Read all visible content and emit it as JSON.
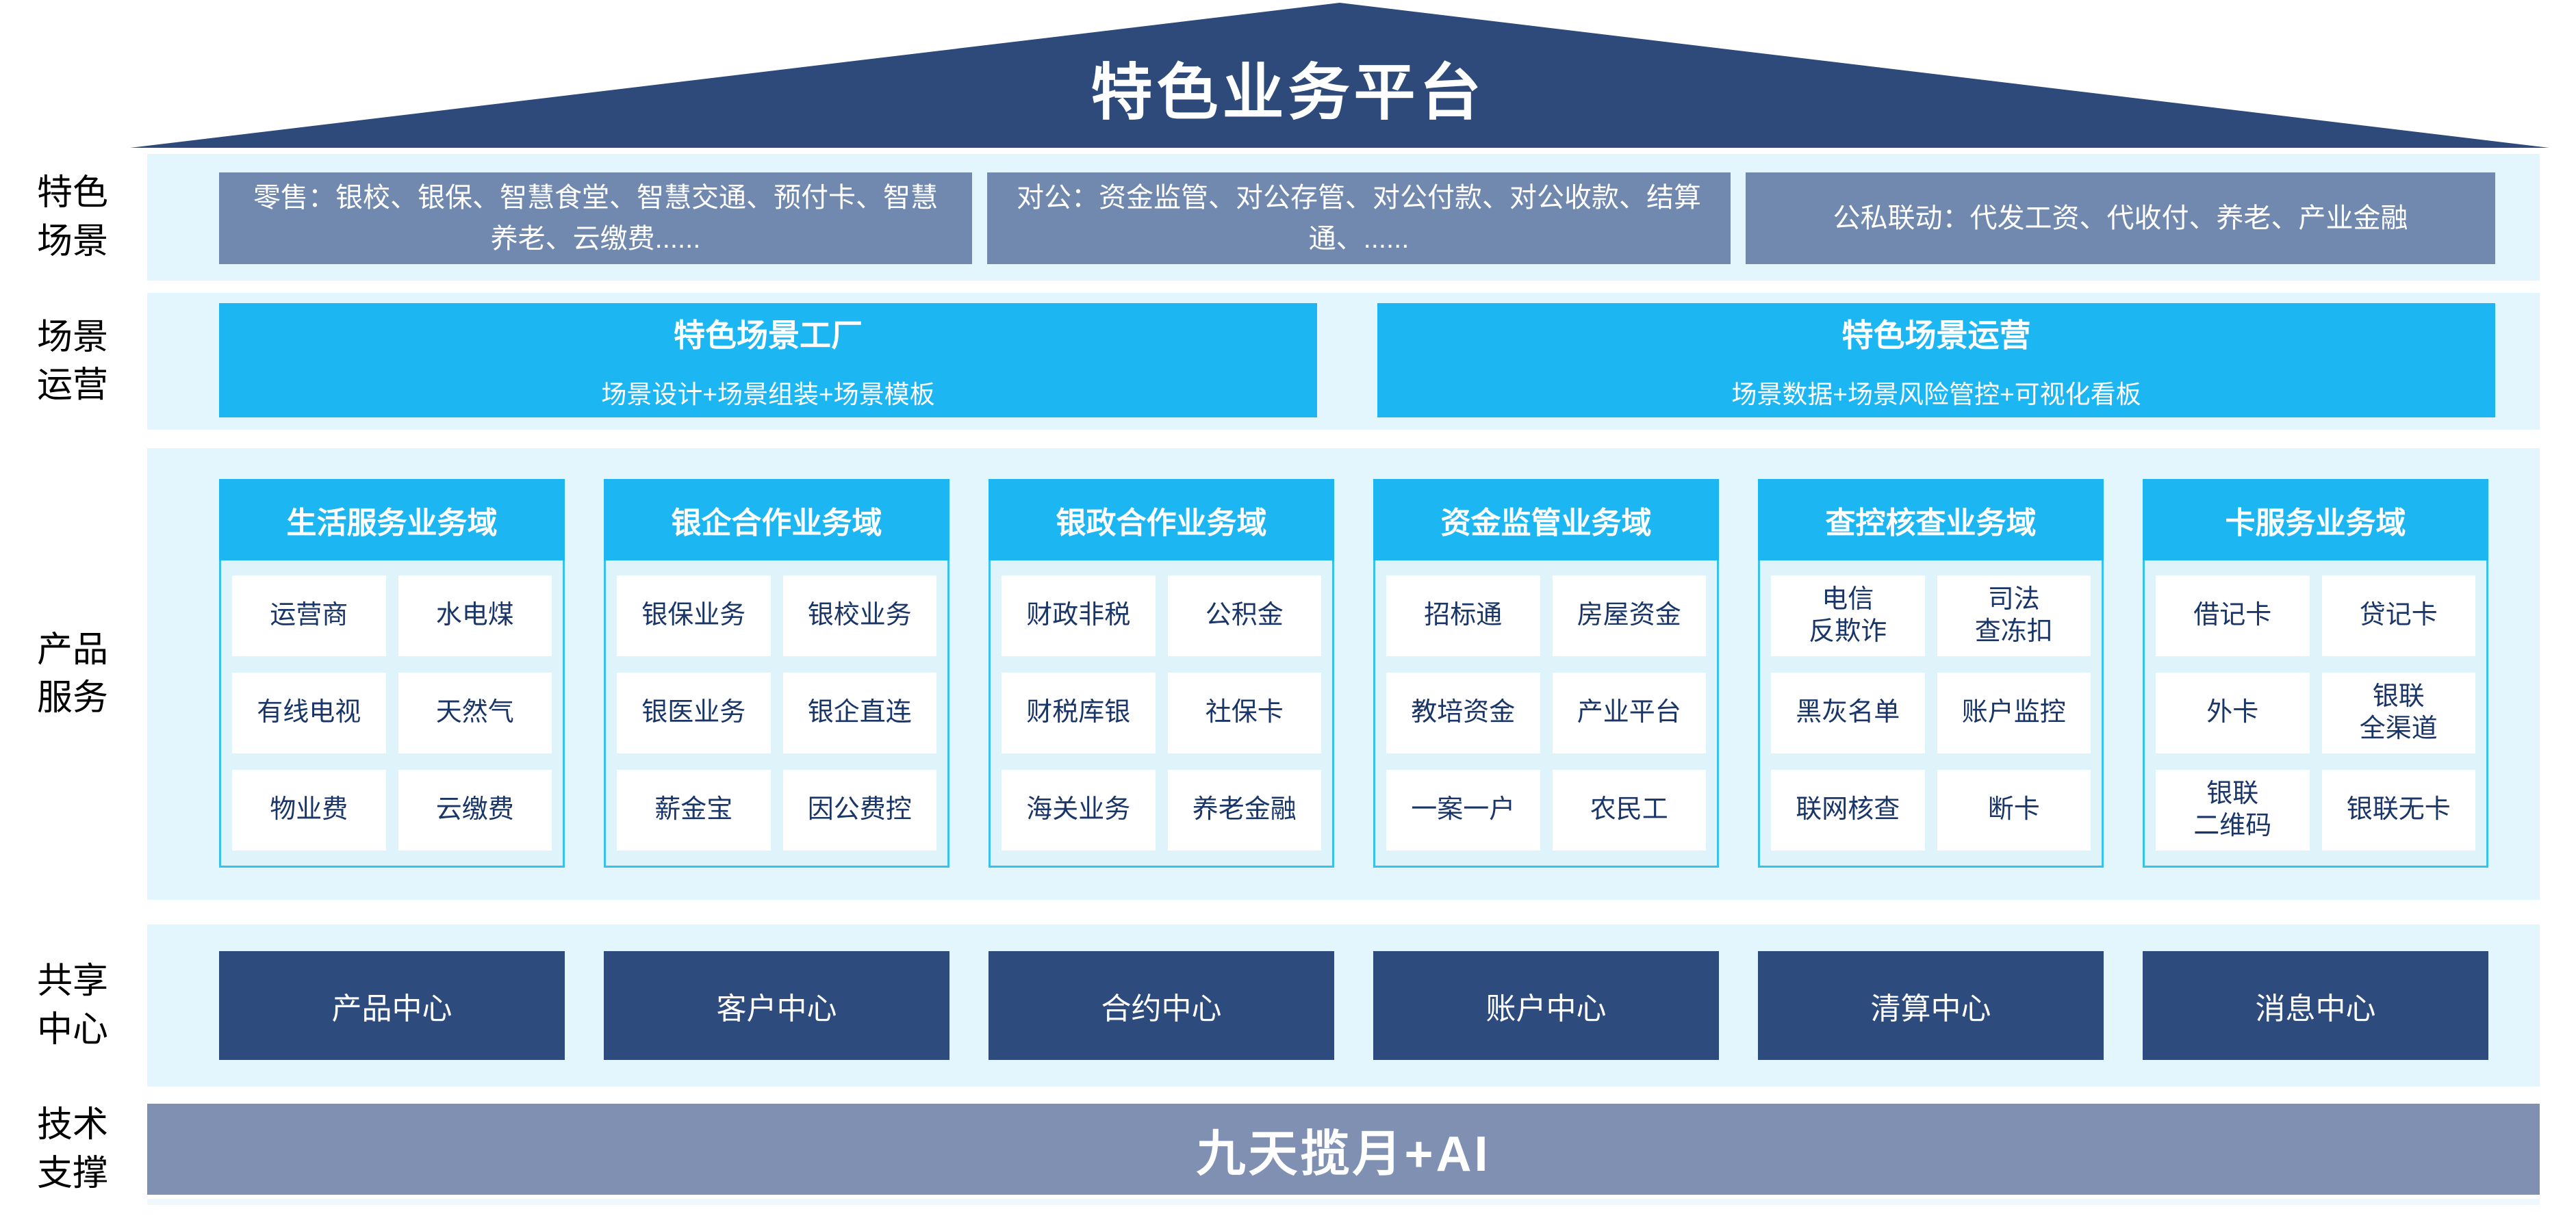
{
  "diagram": {
    "title": "特色业务平台"
  },
  "colors": {
    "navy": "#2E4B7E",
    "steel_blue": "#7189AF",
    "cyan": "#1CB6F2",
    "band_background": "#E4F6FD",
    "cell_text": "#1A3668",
    "tech_bar": "#8090B2"
  },
  "side_labels": {
    "scene": "特色\n场景",
    "operation": "场景\n运营",
    "product": "产品\n服务",
    "share": "共享\n中心",
    "tech": "技术\n支撑"
  },
  "scene_row": {
    "retail": "零售：银校、银保、智慧食堂、智慧交通、预付卡、智慧养老、云缴费......",
    "corporate": "对公：资金监管、对公存管、对公付款、对公收款、结算通、......",
    "public_private": "公私联动：代发工资、代收付、养老、产业金融"
  },
  "operation_row": {
    "factory_title": "特色场景工厂",
    "factory_subtitle": "场景设计+场景组装+场景模板",
    "operation_title": "特色场景运营",
    "operation_subtitle": "场景数据+场景风险管控+可视化看板"
  },
  "product_columns": [
    {
      "title": "生活服务业务域",
      "cells": [
        "运营商",
        "水电煤",
        "有线电视",
        "天然气",
        "物业费",
        "云缴费"
      ]
    },
    {
      "title": "银企合作业务域",
      "cells": [
        "银保业务",
        "银校业务",
        "银医业务",
        "银企直连",
        "薪金宝",
        "因公费控"
      ]
    },
    {
      "title": "银政合作业务域",
      "cells": [
        "财政非税",
        "公积金",
        "财税库银",
        "社保卡",
        "海关业务",
        "养老金融"
      ]
    },
    {
      "title": "资金监管业务域",
      "cells": [
        "招标通",
        "房屋资金",
        "教培资金",
        "产业平台",
        "一案一户",
        "农民工"
      ]
    },
    {
      "title": "查控核查业务域",
      "cells": [
        "电信\n反欺诈",
        "司法\n查冻扣",
        "黑灰名单",
        "账户监控",
        "联网核查",
        "断卡"
      ]
    },
    {
      "title": "卡服务业务域",
      "cells": [
        "借记卡",
        "贷记卡",
        "外卡",
        "银联\n全渠道",
        "银联\n二维码",
        "银联无卡"
      ]
    }
  ],
  "share_centers": [
    "产品中心",
    "客户中心",
    "合约中心",
    "账户中心",
    "清算中心",
    "消息中心"
  ],
  "tech_bar": {
    "label": "九天揽月+AI"
  }
}
